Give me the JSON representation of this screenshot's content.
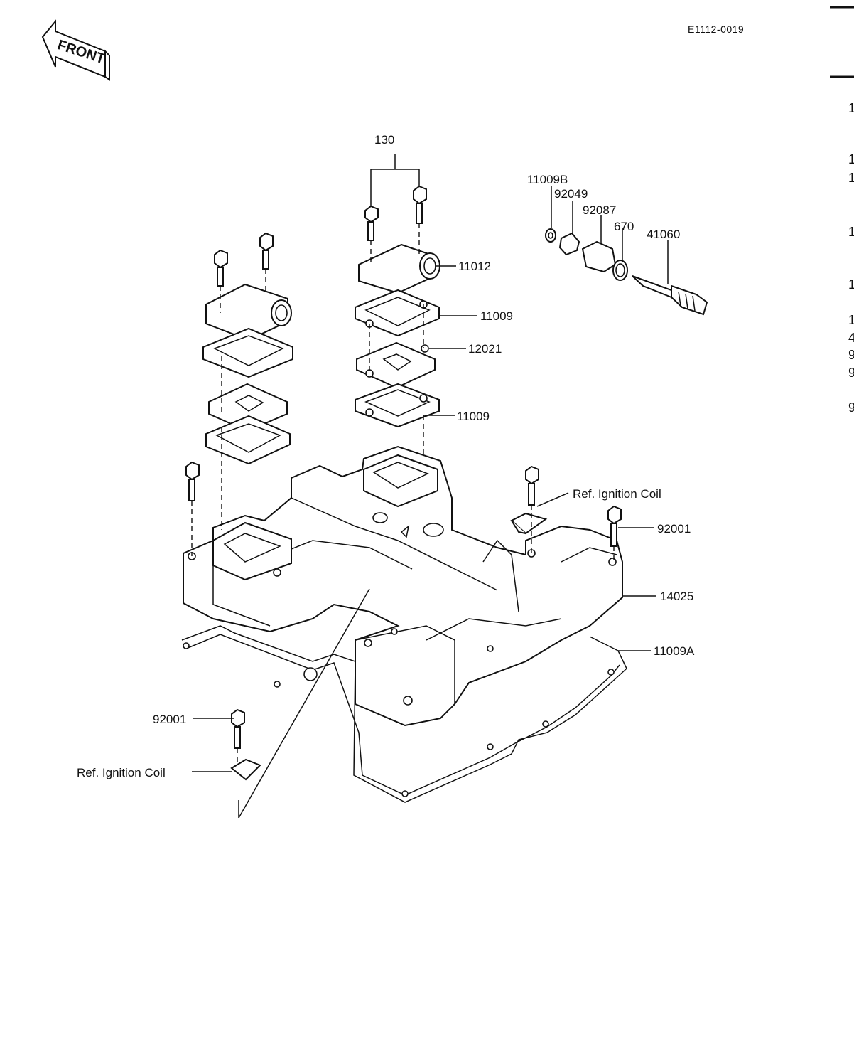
{
  "header": {
    "code": "E1112-0019",
    "front_label": "FRONT"
  },
  "callouts": [
    {
      "id": "130",
      "text": "130"
    },
    {
      "id": "11012",
      "text": "11012"
    },
    {
      "id": "11009_upper",
      "text": "11009"
    },
    {
      "id": "12021",
      "text": "12021"
    },
    {
      "id": "11009_lower",
      "text": "11009"
    },
    {
      "id": "11009B",
      "text": "11009B"
    },
    {
      "id": "92049",
      "text": "92049"
    },
    {
      "id": "92087",
      "text": "92087"
    },
    {
      "id": "670",
      "text": "670"
    },
    {
      "id": "41060",
      "text": "41060"
    },
    {
      "id": "ref_ignition_upper",
      "text": "Ref.  Ignition Coil"
    },
    {
      "id": "92001_right",
      "text": "92001"
    },
    {
      "id": "14025",
      "text": "14025"
    },
    {
      "id": "11009A",
      "text": "11009A"
    },
    {
      "id": "92001_left",
      "text": "92001"
    },
    {
      "id": "ref_ignition_lower",
      "text": "Ref.  Ignition Coil"
    }
  ],
  "edge_fragments": [
    "1",
    "1",
    "1",
    "1",
    "1",
    "1",
    "4",
    "9",
    "9",
    "9"
  ]
}
